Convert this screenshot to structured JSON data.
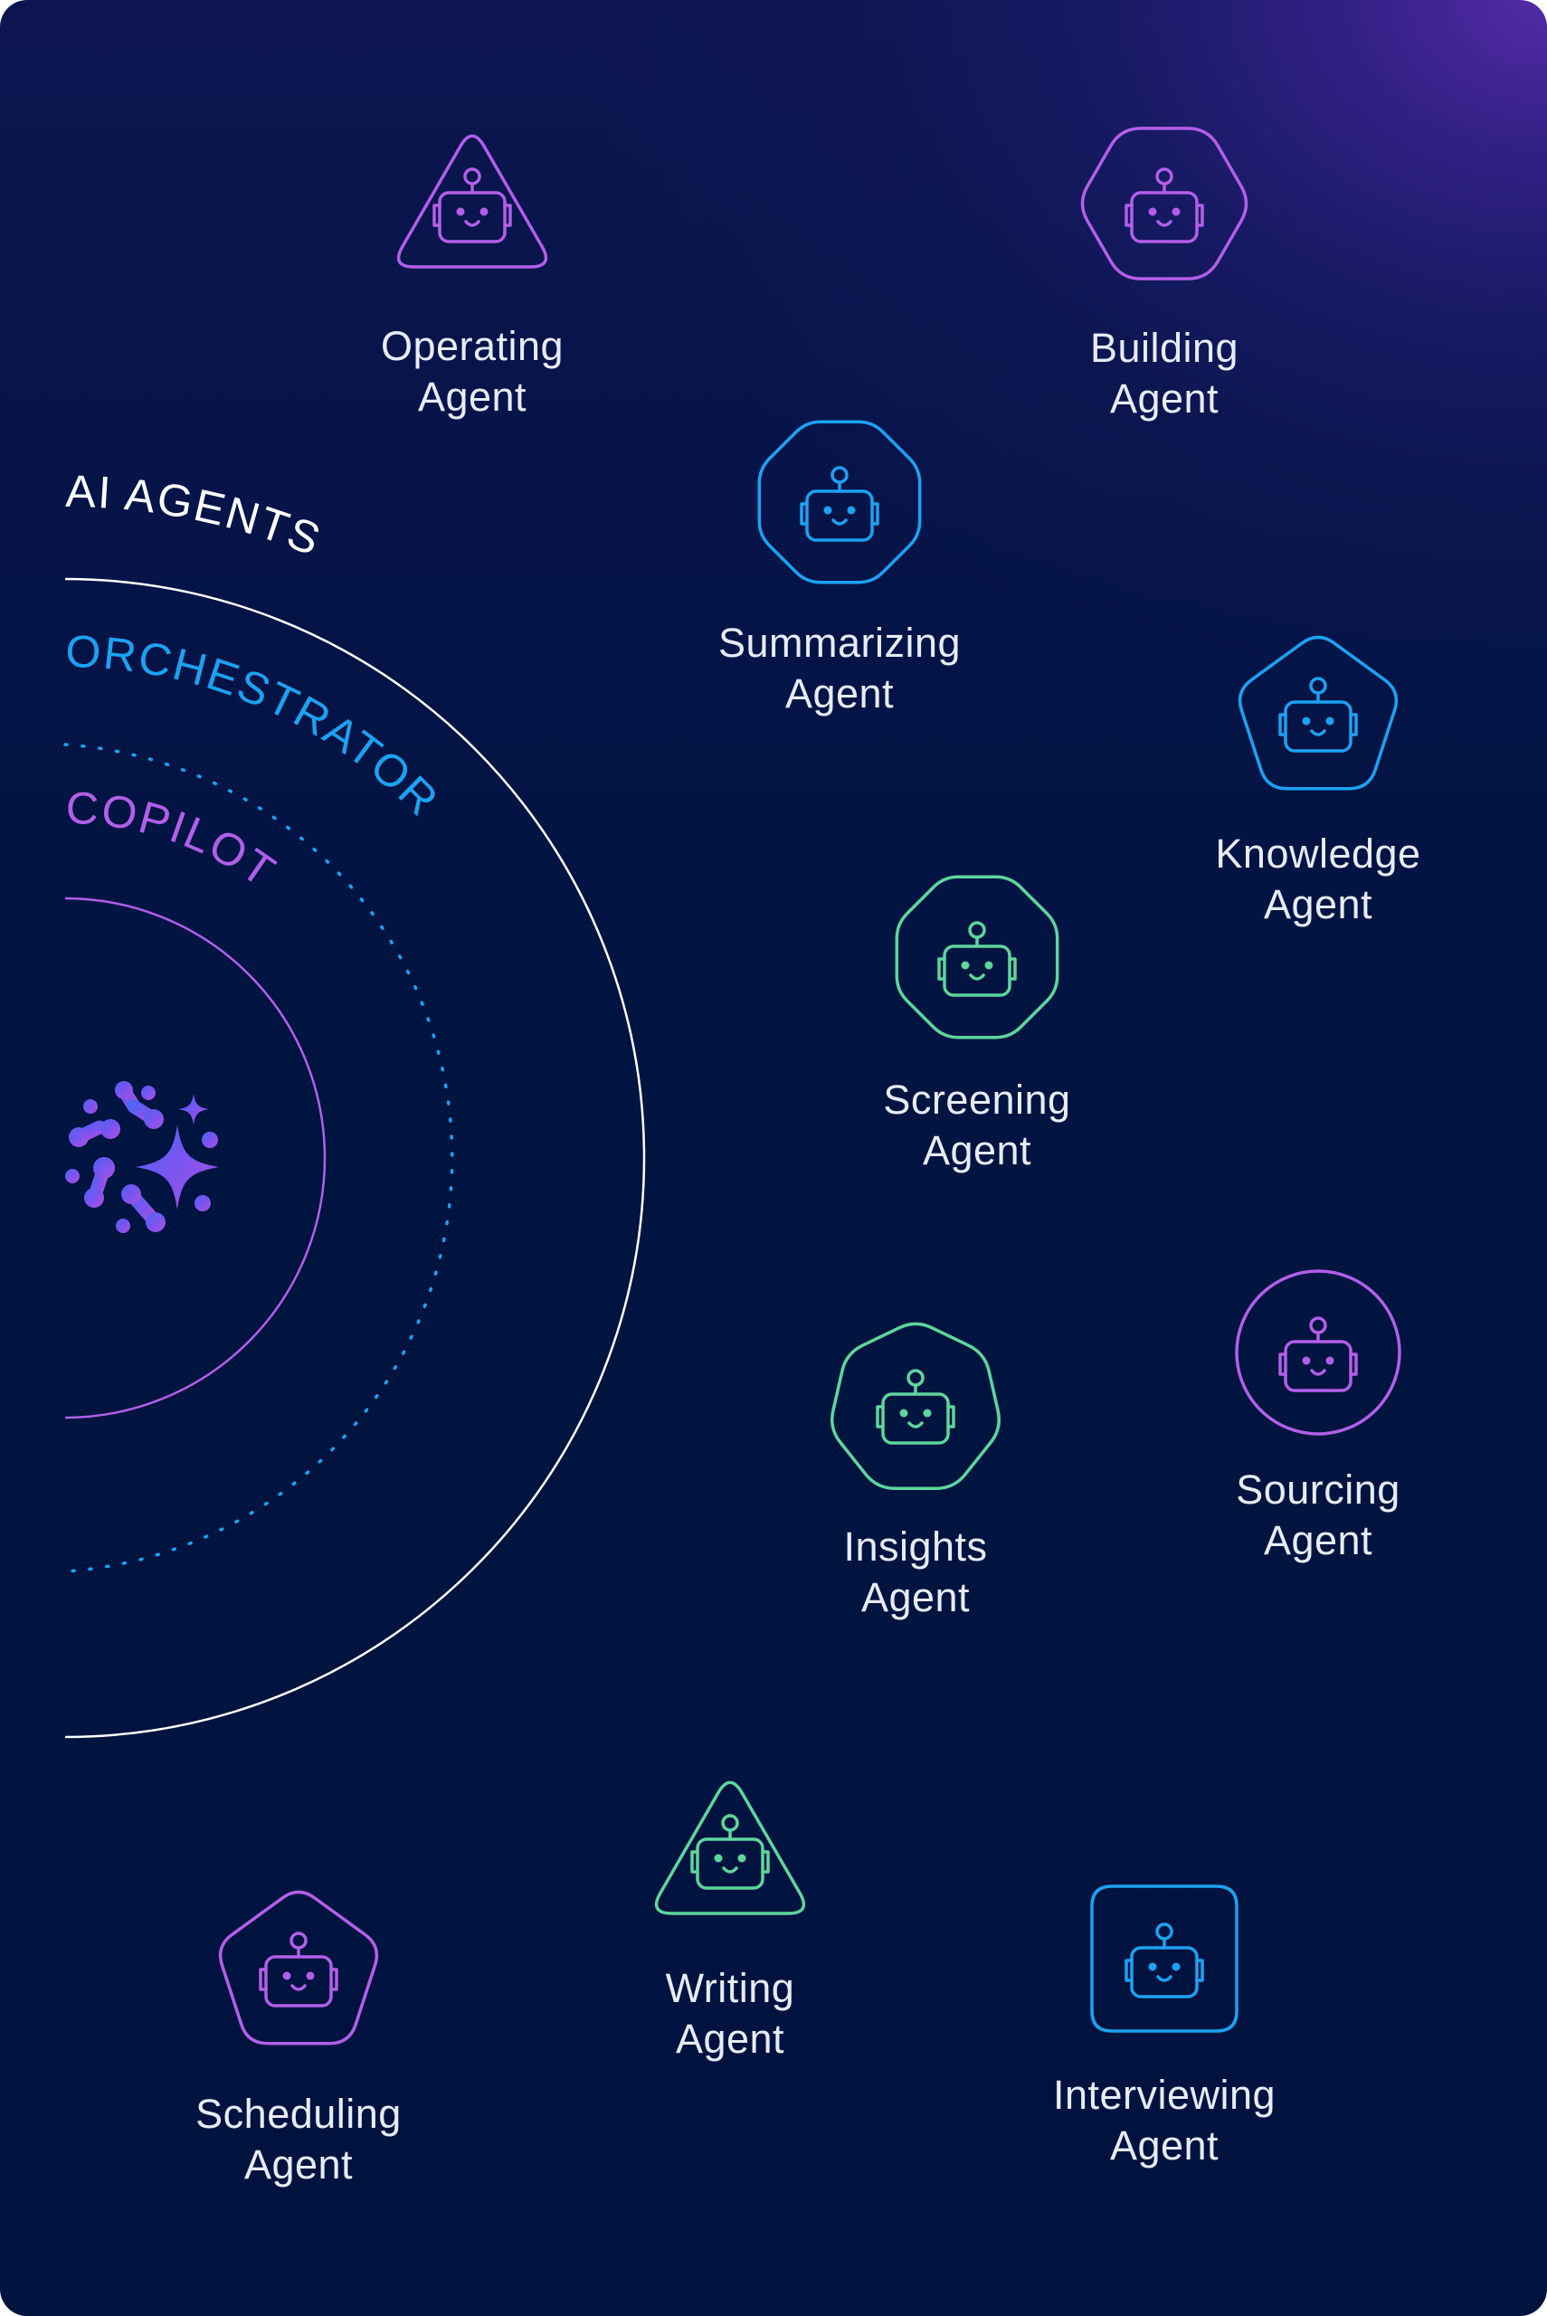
{
  "colors": {
    "purple": "#b25fe8",
    "blue": "#1ca2f2",
    "green": "#5ed69c",
    "white": "#ffffff"
  },
  "rings": {
    "outer": {
      "label": "AI AGENTS",
      "color": "#ffffff",
      "style": "solid"
    },
    "middle": {
      "label": "ORCHESTRATOR",
      "color": "#1ca2f2",
      "style": "dotted"
    },
    "inner": {
      "label": "COPILOT",
      "color": "#b25fe8",
      "style": "solid"
    }
  },
  "center_logo": {
    "icon": "ai-sparkle-network-icon"
  },
  "agents": [
    {
      "line1": "Operating",
      "line2": "Agent",
      "shape": "triangle",
      "color": "purple"
    },
    {
      "line1": "Building",
      "line2": "Agent",
      "shape": "hexagon",
      "color": "purple"
    },
    {
      "line1": "Summarizing",
      "line2": "Agent",
      "shape": "octagon",
      "color": "blue"
    },
    {
      "line1": "Knowledge",
      "line2": "Agent",
      "shape": "pentagon",
      "color": "blue"
    },
    {
      "line1": "Screening",
      "line2": "Agent",
      "shape": "octagon",
      "color": "green"
    },
    {
      "line1": "Sourcing",
      "line2": "Agent",
      "shape": "circle",
      "color": "purple"
    },
    {
      "line1": "Insights",
      "line2": "Agent",
      "shape": "heptagon",
      "color": "green"
    },
    {
      "line1": "Writing",
      "line2": "Agent",
      "shape": "triangle",
      "color": "green"
    },
    {
      "line1": "Scheduling",
      "line2": "Agent",
      "shape": "pentagon",
      "color": "purple"
    },
    {
      "line1": "Interviewing",
      "line2": "Agent",
      "shape": "square",
      "color": "blue"
    }
  ]
}
